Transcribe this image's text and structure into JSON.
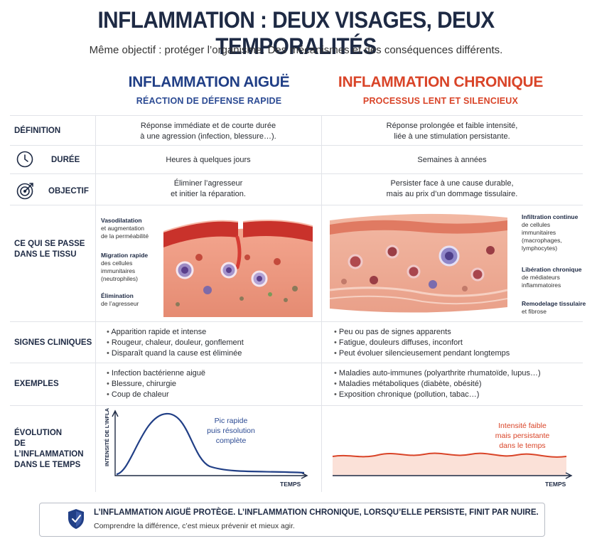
{
  "header": {
    "title": "INFLAMMATION : DEUX VISAGES, DEUX TEMPORALITÉS",
    "subtitle": "Même objectif : protéger l’organisme. Des mécanismes et des conséquences différents."
  },
  "columns": {
    "acute": {
      "title": "INFLAMMATION AIGUË",
      "subtitle": "RÉACTION DE DÉFENSE RAPIDE",
      "color": "#213f86"
    },
    "chronic": {
      "title": "INFLAMMATION CHRONIQUE",
      "subtitle": "PROCESSUS LENT ET SILENCIEUX",
      "color": "#d94428"
    }
  },
  "rows": {
    "definition": {
      "label": "DÉFINITION",
      "acute": [
        "Réponse immédiate et de courte durée",
        "à une agression (infection, blessure…)."
      ],
      "chronic": [
        "Réponse prolongée et faible intensité,",
        "liée à une stimulation persistante."
      ]
    },
    "duree": {
      "label": "DURÉE",
      "icon": "clock-icon",
      "acute": "Heures à quelques jours",
      "chronic": "Semaines à années"
    },
    "objectif": {
      "label": "OBJECTIF",
      "icon": "target-icon",
      "acute": [
        "Éliminer l’agresseur",
        "et initier la réparation."
      ],
      "chronic": [
        "Persister face à une cause durable,",
        "mais au prix d’un dommage tissulaire."
      ]
    },
    "tissu": {
      "label": [
        "CE QUI SE PASSE",
        "DANS LE TISSU"
      ],
      "acute_annotations": [
        {
          "title": "Vasodilatation",
          "lines": [
            "et augmentation",
            "de la perméabilité"
          ]
        },
        {
          "title": "Migration rapide",
          "lines": [
            "des cellules",
            "immunitaires",
            "(neutrophiles)"
          ]
        },
        {
          "title": "Élimination",
          "lines": [
            "de l’agresseur"
          ]
        }
      ],
      "chronic_annotations": [
        {
          "title": "Infiltration continue",
          "lines": [
            "de cellules",
            "immunitaires",
            "(macrophages,",
            "lymphocytes)"
          ]
        },
        {
          "title": "Libération chronique",
          "lines": [
            "de médiateurs",
            "inflammatoires"
          ]
        },
        {
          "title": "Remodelage tissulaire",
          "lines": [
            "et fibrose"
          ]
        }
      ]
    },
    "signes": {
      "label": "SIGNES CLINIQUES",
      "acute": [
        "Apparition rapide et intense",
        "Rougeur, chaleur, douleur, gonflement",
        "Disparaît quand la cause est éliminée"
      ],
      "chronic": [
        "Peu ou pas de signes apparents",
        "Fatigue, douleurs diffuses, inconfort",
        "Peut évoluer silencieusement pendant longtemps"
      ]
    },
    "exemples": {
      "label": "EXEMPLES",
      "acute": [
        "Infection bactérienne aiguë",
        "Blessure, chirurgie",
        "Coup de chaleur"
      ],
      "chronic": [
        "Maladies auto-immunes (polyarthrite rhumatoïde, lupus…)",
        "Maladies métaboliques (diabète, obésité)",
        "Exposition chronique (pollution, tabac…)"
      ]
    },
    "evolution": {
      "label": [
        "ÉVOLUTION",
        "DE L’INFLAMMATION",
        "DANS LE TEMPS"
      ],
      "y_axis": "INTENSITÉ DE L’INFLAMMATION",
      "x_axis": "TEMPS",
      "acute_note": [
        "Pic rapide",
        "puis résolution",
        "complète"
      ],
      "chronic_note": [
        "Intensité faible",
        "mais persistante",
        "dans le temps"
      ]
    }
  },
  "footer": {
    "icon": "shield-icon",
    "line1": "L’INFLAMMATION AIGUË PROTÈGE. L’INFLAMMATION CHRONIQUE, LORSQU’ELLE PERSISTE, FINIT PAR NUIRE.",
    "line2": "Comprendre la différence, c’est mieux prévenir et mieux agir."
  }
}
